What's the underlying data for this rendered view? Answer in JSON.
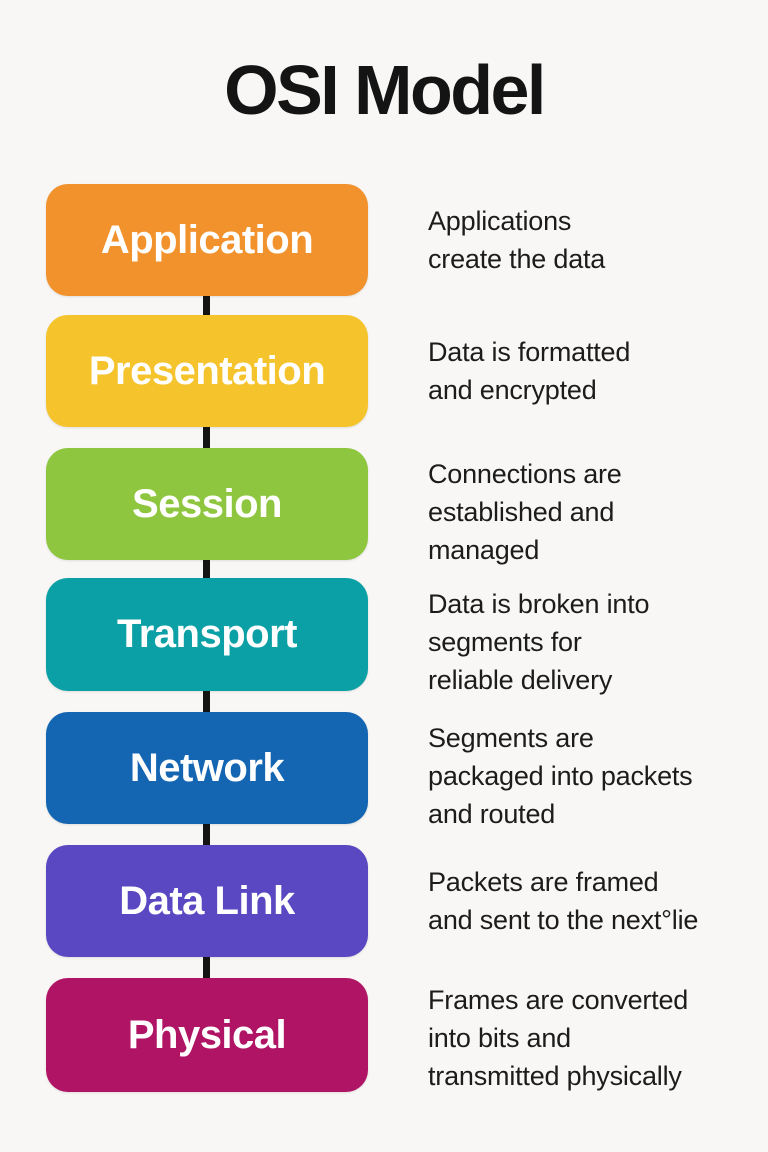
{
  "title": "OSI Model",
  "colors": {
    "background": "#F8F7F5",
    "title_text": "#141414",
    "description_text": "#1C1C1C",
    "box_text": "#FFFFFF",
    "connector": "#141414"
  },
  "layers": [
    {
      "name": "Application",
      "color": "#F2922D",
      "description": "Applications\ncreate the data"
    },
    {
      "name": "Presentation",
      "color": "#F5C32C",
      "description": "Data is formatted\nand encrypted"
    },
    {
      "name": "Session",
      "color": "#8FC63F",
      "description": "Connections are\nestablished and\nmanaged"
    },
    {
      "name": "Transport",
      "color": "#0AA0A5",
      "description": "Data is broken into\nsegments for\nreliable delivery"
    },
    {
      "name": "Network",
      "color": "#1566B2",
      "description": "Segments are\npackaged into packets\nand routed"
    },
    {
      "name": "Data Link",
      "color": "#5948C2",
      "description": "Packets are framed\nand sent to the next°lie"
    },
    {
      "name": "Physical",
      "color": "#B01464",
      "description": "Frames are converted\ninto bits and\ntransmitted physically"
    }
  ]
}
